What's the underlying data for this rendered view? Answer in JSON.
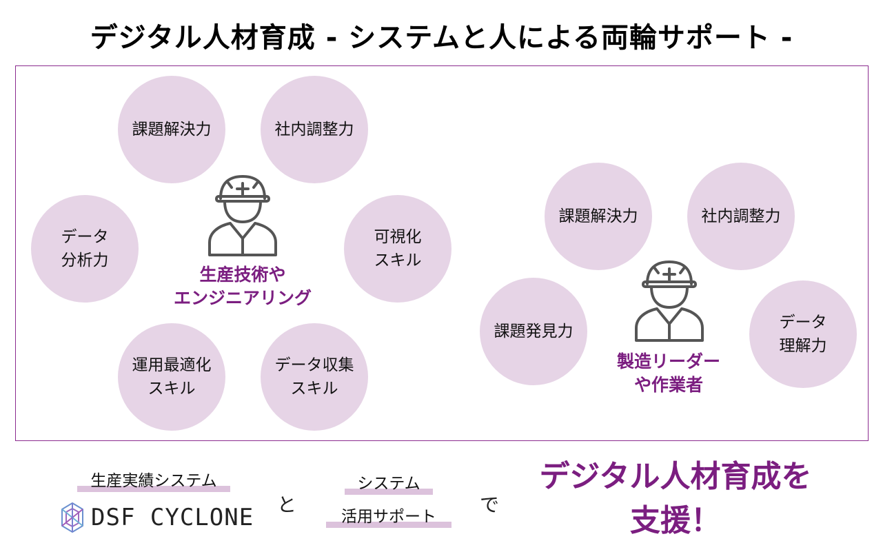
{
  "title": "デジタル人材育成 - システムと人による両輪サポート -",
  "left_group": {
    "role": "生産技術や\nエンジニアリング",
    "skills": [
      "課題解決力",
      "社内調整力",
      "データ\n分析力",
      "可視化\nスキル",
      "運用最適化\nスキル",
      "データ収集\nスキル"
    ]
  },
  "right_group": {
    "role": "製造リーダー\nや作業者",
    "skills": [
      "課題解決力",
      "社内調整力",
      "課題発見力",
      "データ\n理解力"
    ]
  },
  "footer": {
    "system_label": "生産実績システム",
    "logo_text": "DSF CYCLONE",
    "and_text": "と",
    "support_line1": "システム",
    "support_line2": "活用サポート",
    "by_text": "で",
    "headline": "デジタル人材育成を\n支援！"
  },
  "colors": {
    "accent": "#7b1e80",
    "bubble": "#e6d4e6",
    "highlight": "#dcc2dc",
    "frame": "#8a2a8e"
  },
  "icons": [
    "worker-helmet-icon",
    "cyclone-logo-icon"
  ]
}
